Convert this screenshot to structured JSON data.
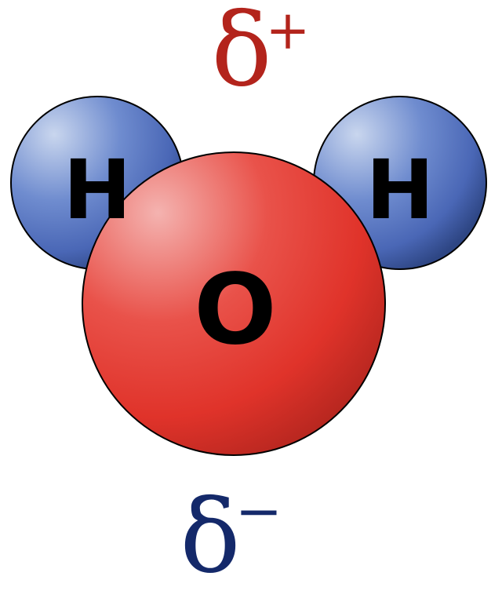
{
  "molecule": {
    "atoms": [
      {
        "id": "hydrogen-left",
        "symbol": "H"
      },
      {
        "id": "hydrogen-right",
        "symbol": "H"
      },
      {
        "id": "oxygen",
        "symbol": "O"
      }
    ],
    "partial_positive": {
      "symbol": "δ",
      "sign": "+"
    },
    "partial_negative": {
      "symbol": "δ",
      "sign": "−"
    }
  },
  "colors": {
    "hydrogen": "#4f6fc0",
    "oxygen": "#e0332a",
    "partial_positive": "#b3241c",
    "partial_negative": "#14296a",
    "outline": "#000000"
  }
}
